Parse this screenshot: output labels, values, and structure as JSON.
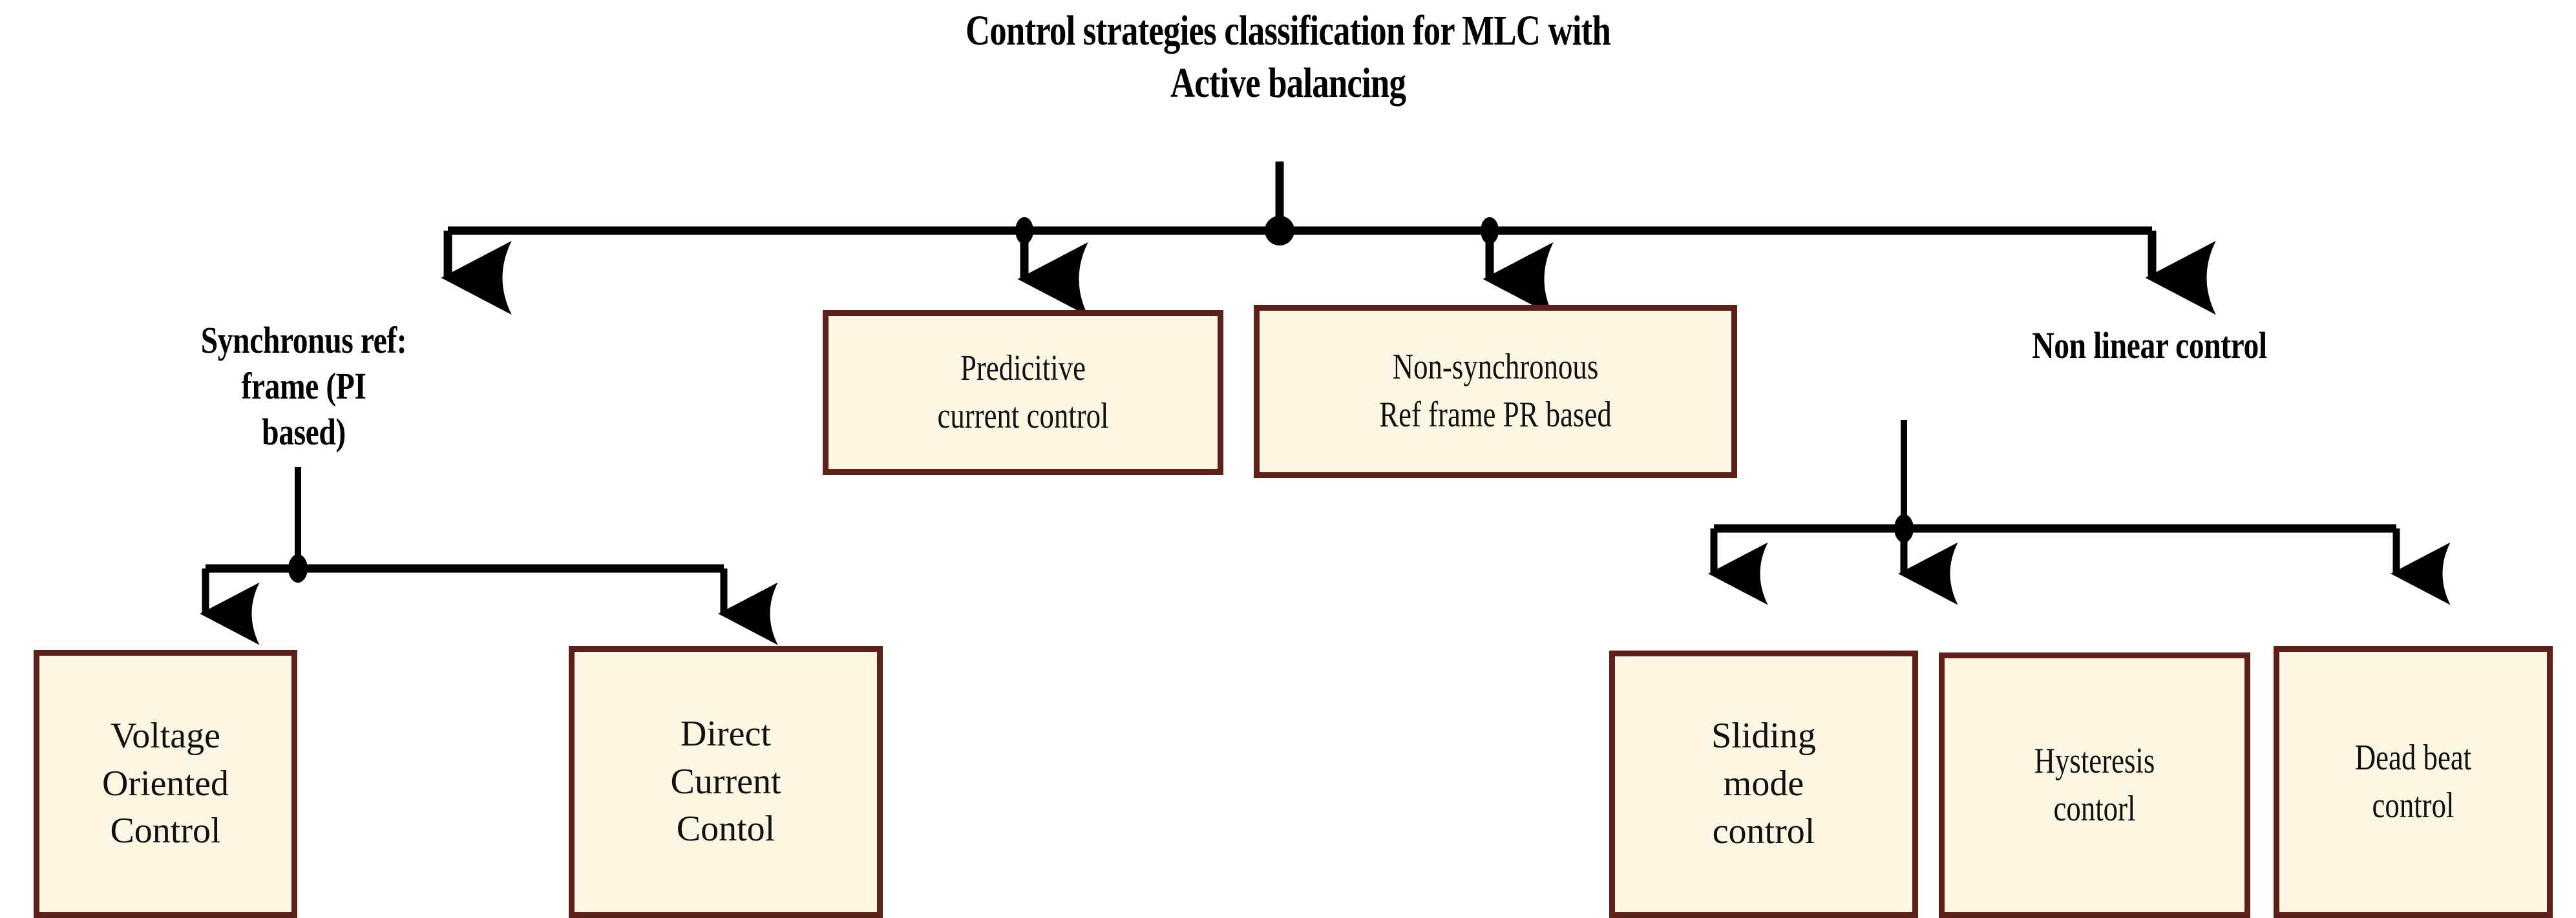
{
  "diagram": {
    "type": "tree",
    "title": "Control strategies classification for MLC with\nActive balancing",
    "colors": {
      "box_fill": "#FDF6E3",
      "box_border": "#5E2119",
      "connector": "#000000",
      "text": "#111111"
    },
    "level2": {
      "synchronous_label": "Synchronus ref:\nframe (PI based)",
      "predictive_box": "Predicitive\ncurrent control",
      "nonsync_box": "Non-synchronous\nRef frame PR based",
      "nonlinear_label": "Non linear control"
    },
    "level3_left": [
      {
        "label": "Voltage\nOriented\nControl"
      },
      {
        "label": "Direct\nCurrent\nContol"
      }
    ],
    "level3_right": [
      {
        "label": "Sliding\nmode\ncontrol"
      },
      {
        "label": "Hysteresis\ncontorl"
      },
      {
        "label": "Dead beat\ncontrol"
      }
    ]
  }
}
